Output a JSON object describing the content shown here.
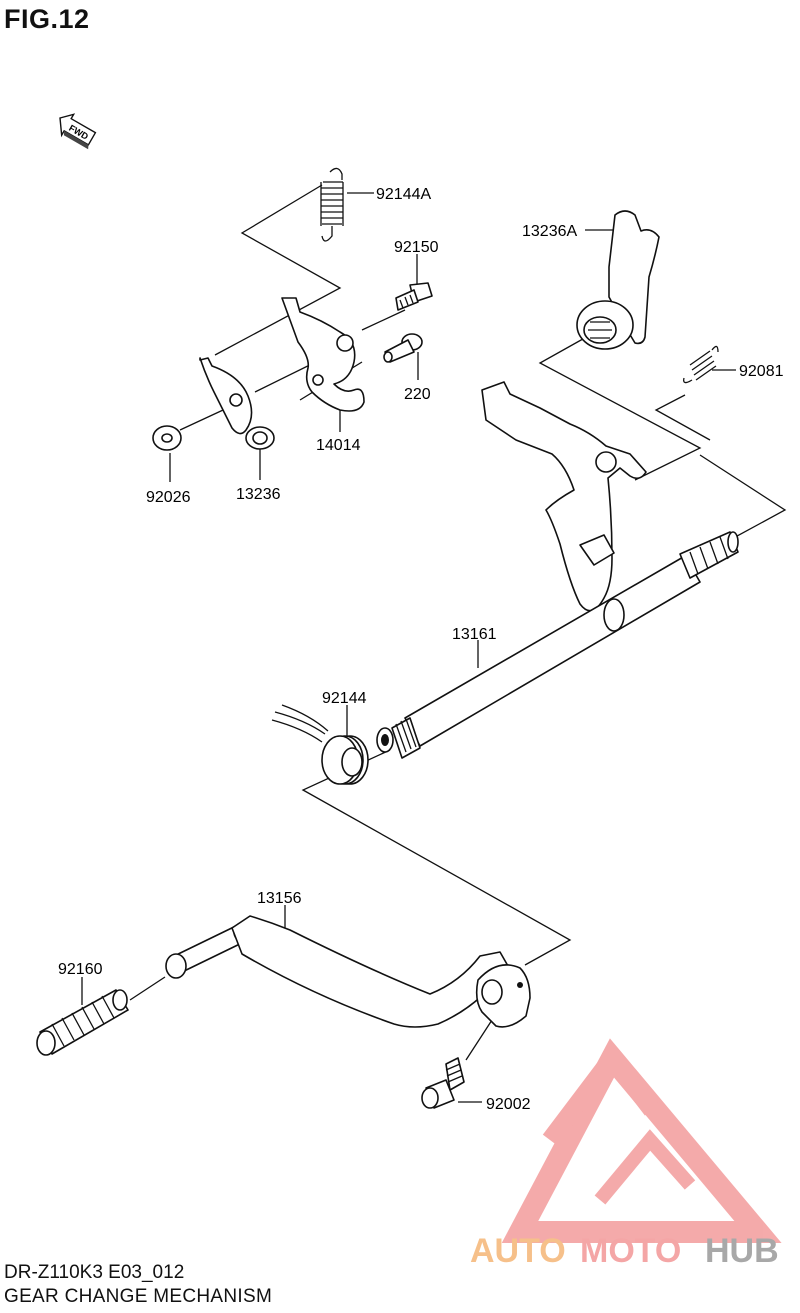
{
  "figure": {
    "title": "FIG.12",
    "direction_tag": "FWD",
    "model_code": "DR-Z110K3 E03_012",
    "section_name": "GEAR CHANGE MECHANISM"
  },
  "callouts": {
    "spring_92144A": "92144A",
    "bolt_92150": "92150",
    "shift_fork_13236A": "13236A",
    "spring_92081": "92081",
    "pin_220": "220",
    "pawl_14014": "14014",
    "washer_92026": "92026",
    "arm_13236": "13236",
    "shaft_13161": "13161",
    "spring_92144": "92144",
    "pedal_13156": "13156",
    "rubber_92160": "92160",
    "bolt_92002": "92002"
  },
  "watermark": {
    "brand_auto": "AUTO",
    "brand_moto": "MOTO",
    "brand_hub": "HUB",
    "colors": {
      "logo": "#f4a6a6",
      "auto": "#f6c08a",
      "moto": "#f4a6a6",
      "hub": "#a8a8a8"
    }
  }
}
